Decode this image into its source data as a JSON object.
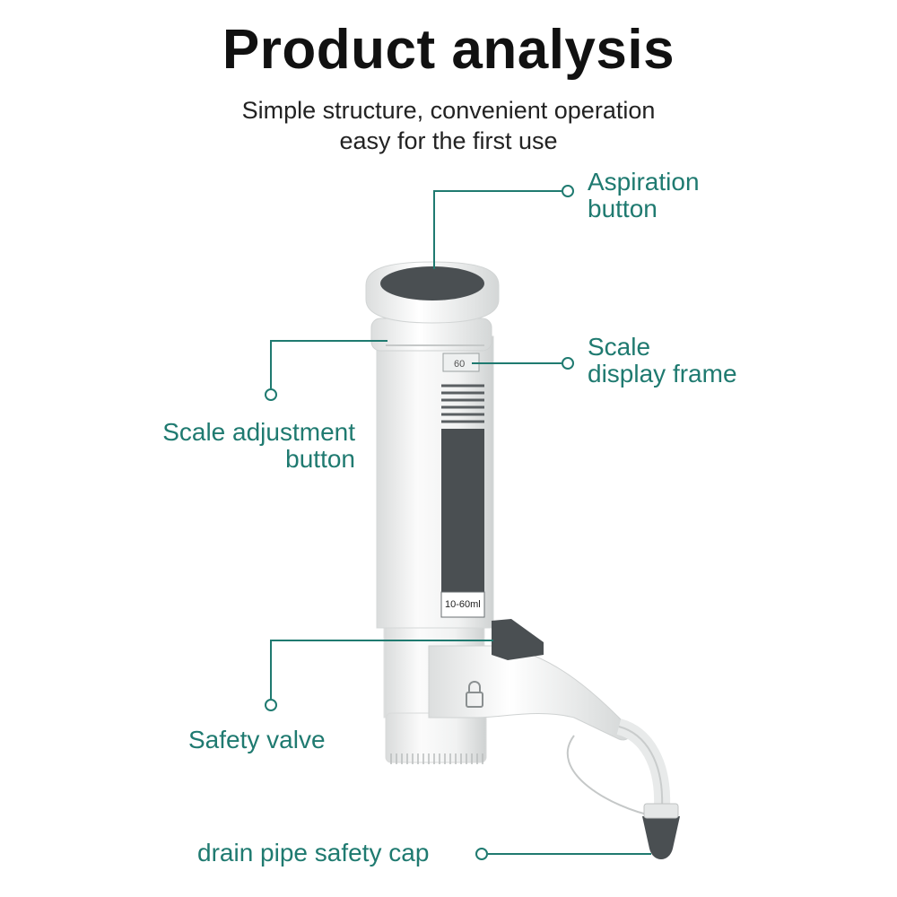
{
  "header": {
    "title": "Product analysis",
    "subtitle_line1": "Simple structure, convenient operation",
    "subtitle_line2": "easy for the first use"
  },
  "callouts": {
    "aspiration_line1": "Aspiration",
    "aspiration_line2": "button",
    "scale_display_line1": "Scale",
    "scale_display_line2": "display frame",
    "scale_adjust_line1": "Scale adjustment",
    "scale_adjust_line2": "button",
    "safety_valve": "Safety valve",
    "drain_cap": "drain pipe safety cap"
  },
  "product": {
    "volume_label": "10-60ml",
    "scale_window_text": "60"
  },
  "colors": {
    "accent": "#1f7a70",
    "body": "#f3f4f4",
    "dark": "#4a4f52"
  }
}
